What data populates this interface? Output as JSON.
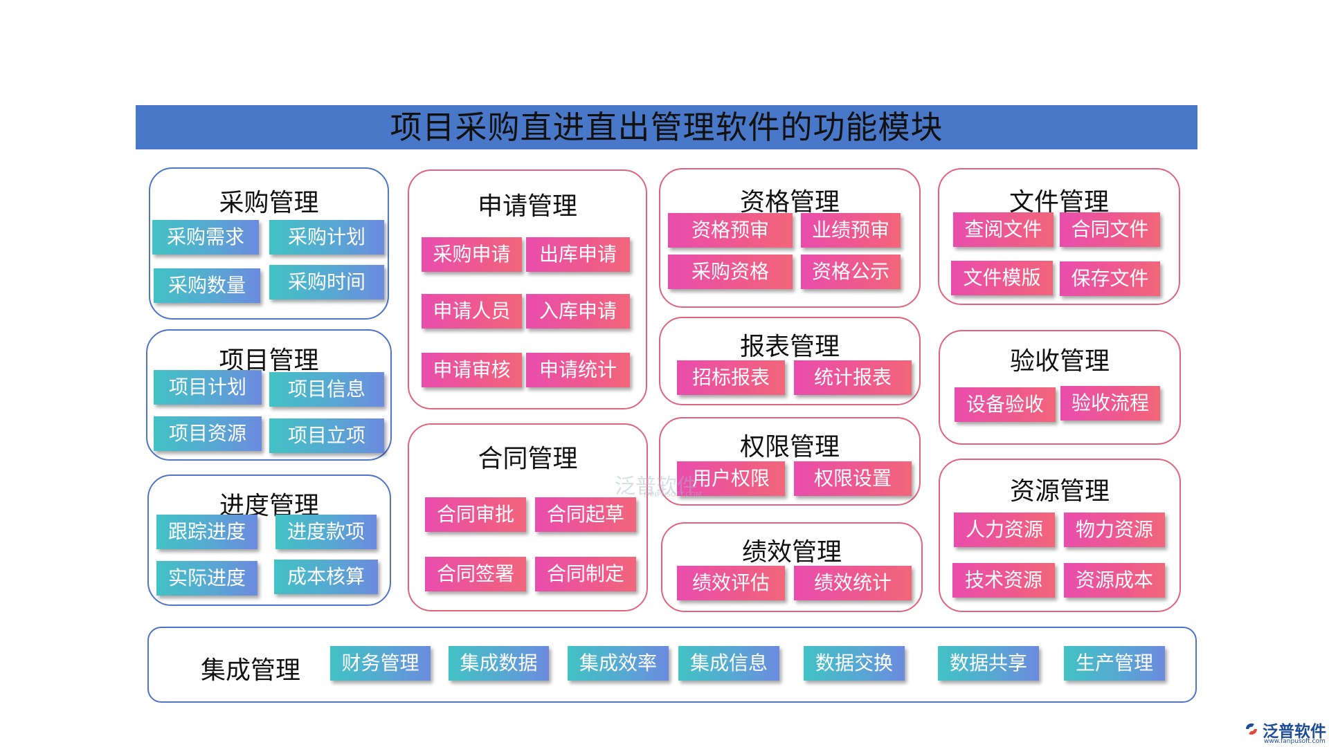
{
  "title": "项目采购直进直出管理软件的功能模块",
  "colors": {
    "title_bar": "#4a78c9",
    "teal_button": "#42c2c4",
    "pink_button": "#e94dad",
    "blue_border": "#4d74c9",
    "red_border": "#e0637c"
  },
  "modules": {
    "purchase": {
      "title": "采购管理",
      "items": [
        "采购需求",
        "采购计划",
        "采购数量",
        "采购时间"
      ]
    },
    "project": {
      "title": "项目管理",
      "items": [
        "项目计划",
        "项目信息",
        "项目资源",
        "项目立项"
      ]
    },
    "progress": {
      "title": "进度管理",
      "items": [
        "跟踪进度",
        "进度款项",
        "实际进度",
        "成本核算"
      ]
    },
    "application": {
      "title": "申请管理",
      "items": [
        "采购申请",
        "出库申请",
        "申请人员",
        "入库申请",
        "申请审核",
        "申请统计"
      ]
    },
    "contract": {
      "title": "合同管理",
      "items": [
        "合同审批",
        "合同起草",
        "合同签署",
        "合同制定"
      ]
    },
    "qualification": {
      "title": "资格管理",
      "items": [
        "资格预审",
        "业绩预审",
        "采购资格",
        "资格公示"
      ]
    },
    "report": {
      "title": "报表管理",
      "items": [
        "招标报表",
        "统计报表"
      ]
    },
    "permission": {
      "title": "权限管理",
      "items": [
        "用户权限",
        "权限设置"
      ]
    },
    "performance": {
      "title": "绩效管理",
      "items": [
        "绩效评估",
        "绩效统计"
      ]
    },
    "document": {
      "title": "文件管理",
      "items": [
        "查阅文件",
        "合同文件",
        "文件模版",
        "保存文件"
      ]
    },
    "acceptance": {
      "title": "验收管理",
      "items": [
        "设备验收",
        "验收流程"
      ]
    },
    "resource": {
      "title": "资源管理",
      "items": [
        "人力资源",
        "物力资源",
        "技术资源",
        "资源成本"
      ]
    },
    "integration": {
      "title": "集成管理",
      "items": [
        "财务管理",
        "集成数据",
        "集成效率",
        "集成信息",
        "数据交换",
        "数据共享",
        "生产管理"
      ]
    }
  },
  "watermark": {
    "text": "泛普软件",
    "sub": "FANPUSOFT.COM"
  },
  "logo": {
    "name": "泛普软件",
    "url": "www.fanpusoft.com",
    "icon": "fanpu-logo-icon"
  }
}
